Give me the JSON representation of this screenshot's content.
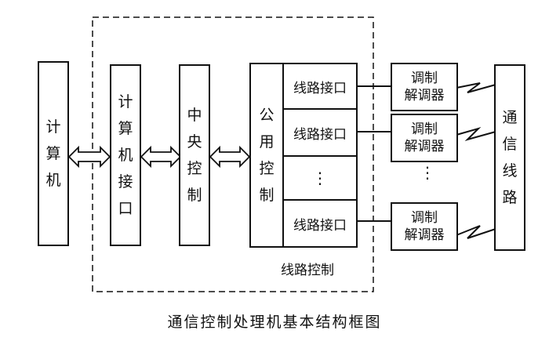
{
  "blocks": {
    "computer": "计算机",
    "computer_interface": "计算机接口",
    "central_control": "中央控制",
    "shared_control": "公用控制",
    "line_interface_1": "线路接口",
    "line_interface_2": "线路接口",
    "line_interface_ellipsis": "⋮",
    "line_interface_3": "线路接口",
    "line_control": "线路控制",
    "modem_1": [
      "调制",
      "解调器"
    ],
    "modem_2": [
      "调制",
      "解调器"
    ],
    "modem_ellipsis": "⋮",
    "modem_3": [
      "调制",
      "解调器"
    ],
    "comm_line": "通信线路"
  },
  "caption": "通信控制处理机基本结构框图"
}
